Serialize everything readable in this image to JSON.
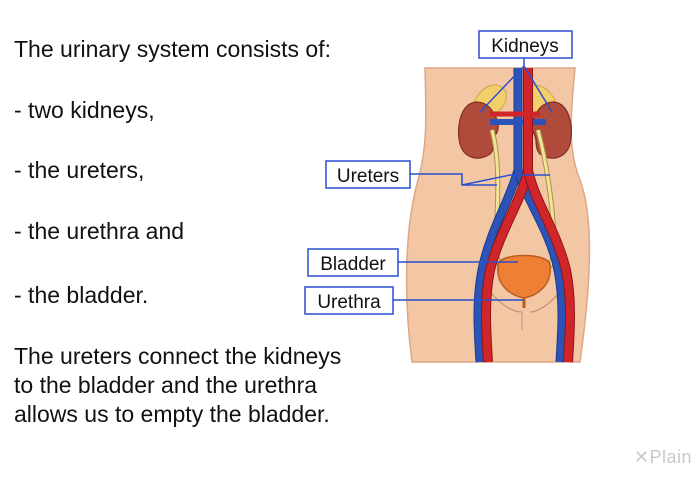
{
  "intro": "The urinary system consists of:",
  "items": [
    "- two kidneys,",
    "- the ureters,",
    "- the urethra and",
    "- the bladder."
  ],
  "conclusion": [
    "The ureters connect the kidneys",
    "to the bladder and the urethra",
    "allows us to empty the bladder."
  ],
  "labels": {
    "kidneys": "Kidneys",
    "ureters": "Ureters",
    "bladder": "Bladder",
    "urethra": "Urethra"
  },
  "colors": {
    "skin": "#f3c6a4",
    "skin_shadow": "#dea786",
    "kidney": "#b04a3a",
    "artery": "#d0262a",
    "vein": "#2b53b8",
    "ureter": "#f2e29a",
    "bladder": "#ee7f35",
    "adrenal": "#f2cf6b",
    "label_border": "#2a4fd0"
  },
  "watermark": {
    "icon": "x-plain-logo",
    "text": "Plain"
  }
}
